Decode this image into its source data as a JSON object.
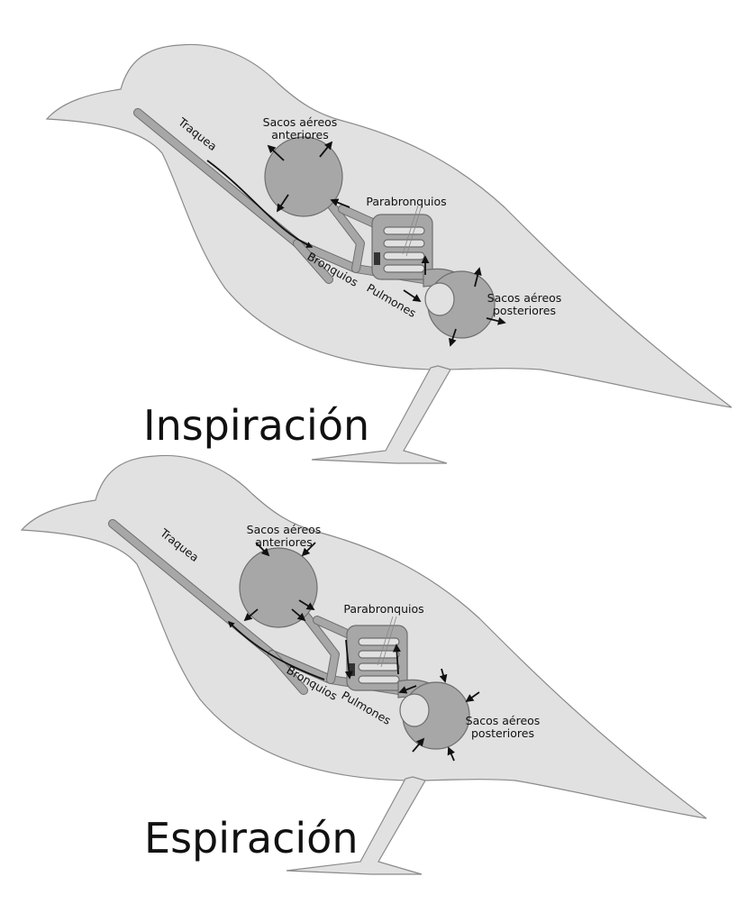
{
  "panels": [
    {
      "title": "Inspiración",
      "labels": {
        "trachea": "Traquea",
        "anterior_sacs": [
          "Sacos aéreos",
          "anteriores"
        ],
        "parabronchi": "Parabronquios",
        "bronchi": "Bronquios",
        "lungs": "Pulmones",
        "posterior_sacs": [
          "Sacos aéreos",
          "posteriores"
        ]
      }
    },
    {
      "title": "Espiración",
      "labels": {
        "trachea": "Traquea",
        "anterior_sacs": [
          "Sacos aéreos",
          "anteriores"
        ],
        "parabronchi": "Parabronquios",
        "bronchi": "Bronquios",
        "lungs": "Pulmones",
        "posterior_sacs": [
          "Sacos aéreos",
          "posteriores"
        ]
      }
    }
  ],
  "colors": {
    "body": "#e1e1e1",
    "organs": "#a7a7a7",
    "outline": "#6e6e6e",
    "arrows": "#111111"
  }
}
